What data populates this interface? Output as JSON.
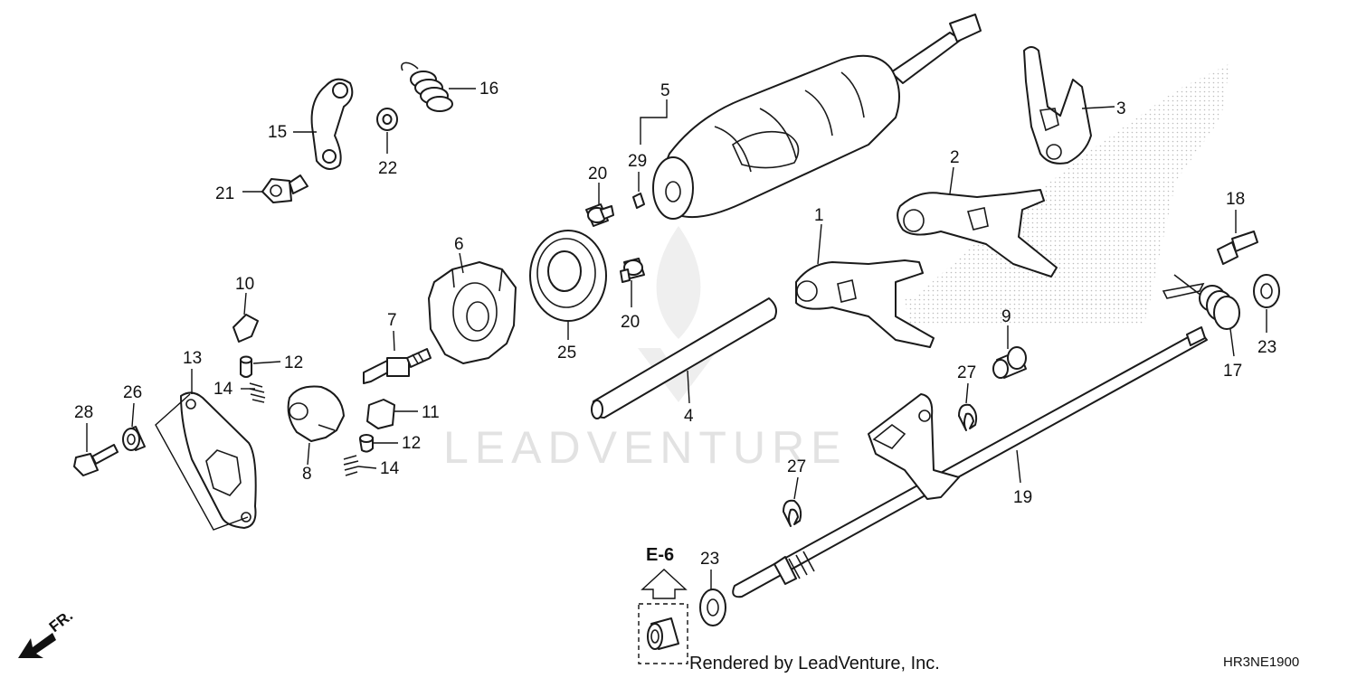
{
  "watermark": "LEADVENTURE",
  "credit": "Rendered by LeadVenture, Inc.",
  "diagram_code": "HR3NE1900",
  "reference_box": "E-6",
  "direction_label": "FR.",
  "callouts": {
    "c1": "1",
    "c2": "2",
    "c3": "3",
    "c4": "4",
    "c5": "5",
    "c6": "6",
    "c7": "7",
    "c8": "8",
    "c9": "9",
    "c10": "10",
    "c11": "11",
    "c12a": "12",
    "c12b": "12",
    "c13": "13",
    "c14a": "14",
    "c14b": "14",
    "c15": "15",
    "c16": "16",
    "c17": "17",
    "c18": "18",
    "c19": "19",
    "c20a": "20",
    "c20b": "20",
    "c21": "21",
    "c22": "22",
    "c23a": "23",
    "c23b": "23",
    "c25": "25",
    "c26": "26",
    "c27a": "27",
    "c27b": "27",
    "c28": "28",
    "c29": "29"
  }
}
